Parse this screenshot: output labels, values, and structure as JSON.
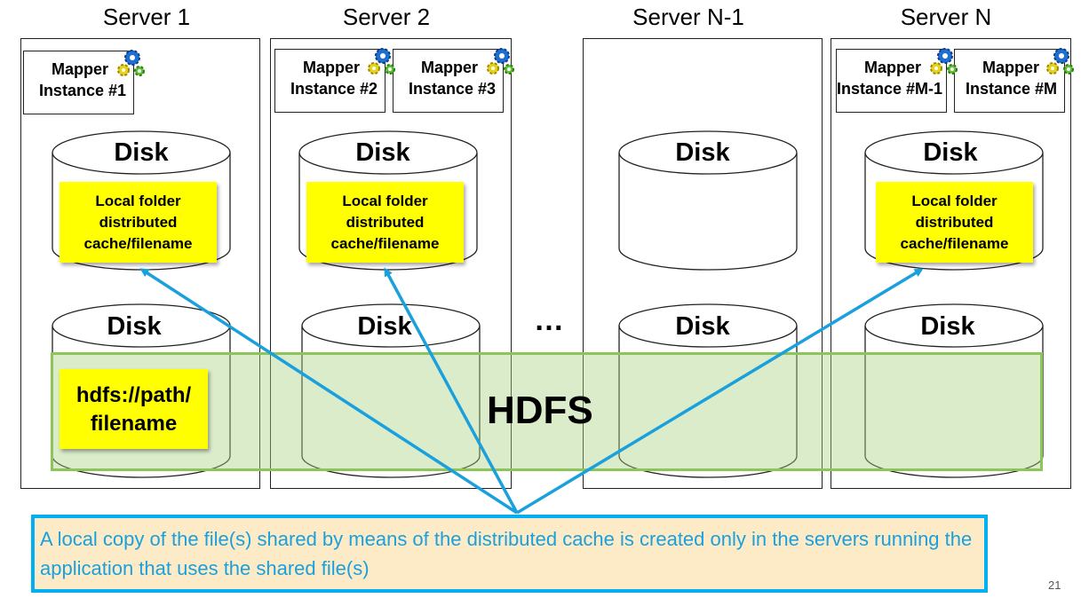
{
  "servers": [
    {
      "label": "Server 1"
    },
    {
      "label": "Server 2"
    },
    {
      "label": "Server N-1"
    },
    {
      "label": "Server N"
    }
  ],
  "mappers": [
    {
      "line1": "Mapper",
      "line2": "Instance #1"
    },
    {
      "line1": "Mapper",
      "line2": "Instance #2"
    },
    {
      "line1": "Mapper",
      "line2": "Instance #3"
    },
    {
      "line1": "Mapper",
      "line2": "Instance #M-1"
    },
    {
      "line1": "Mapper",
      "line2": "Instance #M"
    }
  ],
  "disk_label": "Disk",
  "local_folder": {
    "line1": "Local folder",
    "line2": "distributed",
    "line3": "cache/filename"
  },
  "hdfs_file": {
    "line1": "hdfs://path/",
    "line2": "filename"
  },
  "hdfs_label": "HDFS",
  "ellipsis": "…",
  "callout_text": "A local copy of the file(s) shared by means of the distributed cache  is created only in the servers running the application  that uses the shared file(s)",
  "page_number": "21",
  "colors": {
    "arrow": "#1aa0dc",
    "callout_border": "#00b0f0",
    "callout_fill": "#fdebc8",
    "note_yellow": "#ffff00",
    "hdfs_fill": "#cfe6b4",
    "hdfs_border": "#8cc65a"
  }
}
